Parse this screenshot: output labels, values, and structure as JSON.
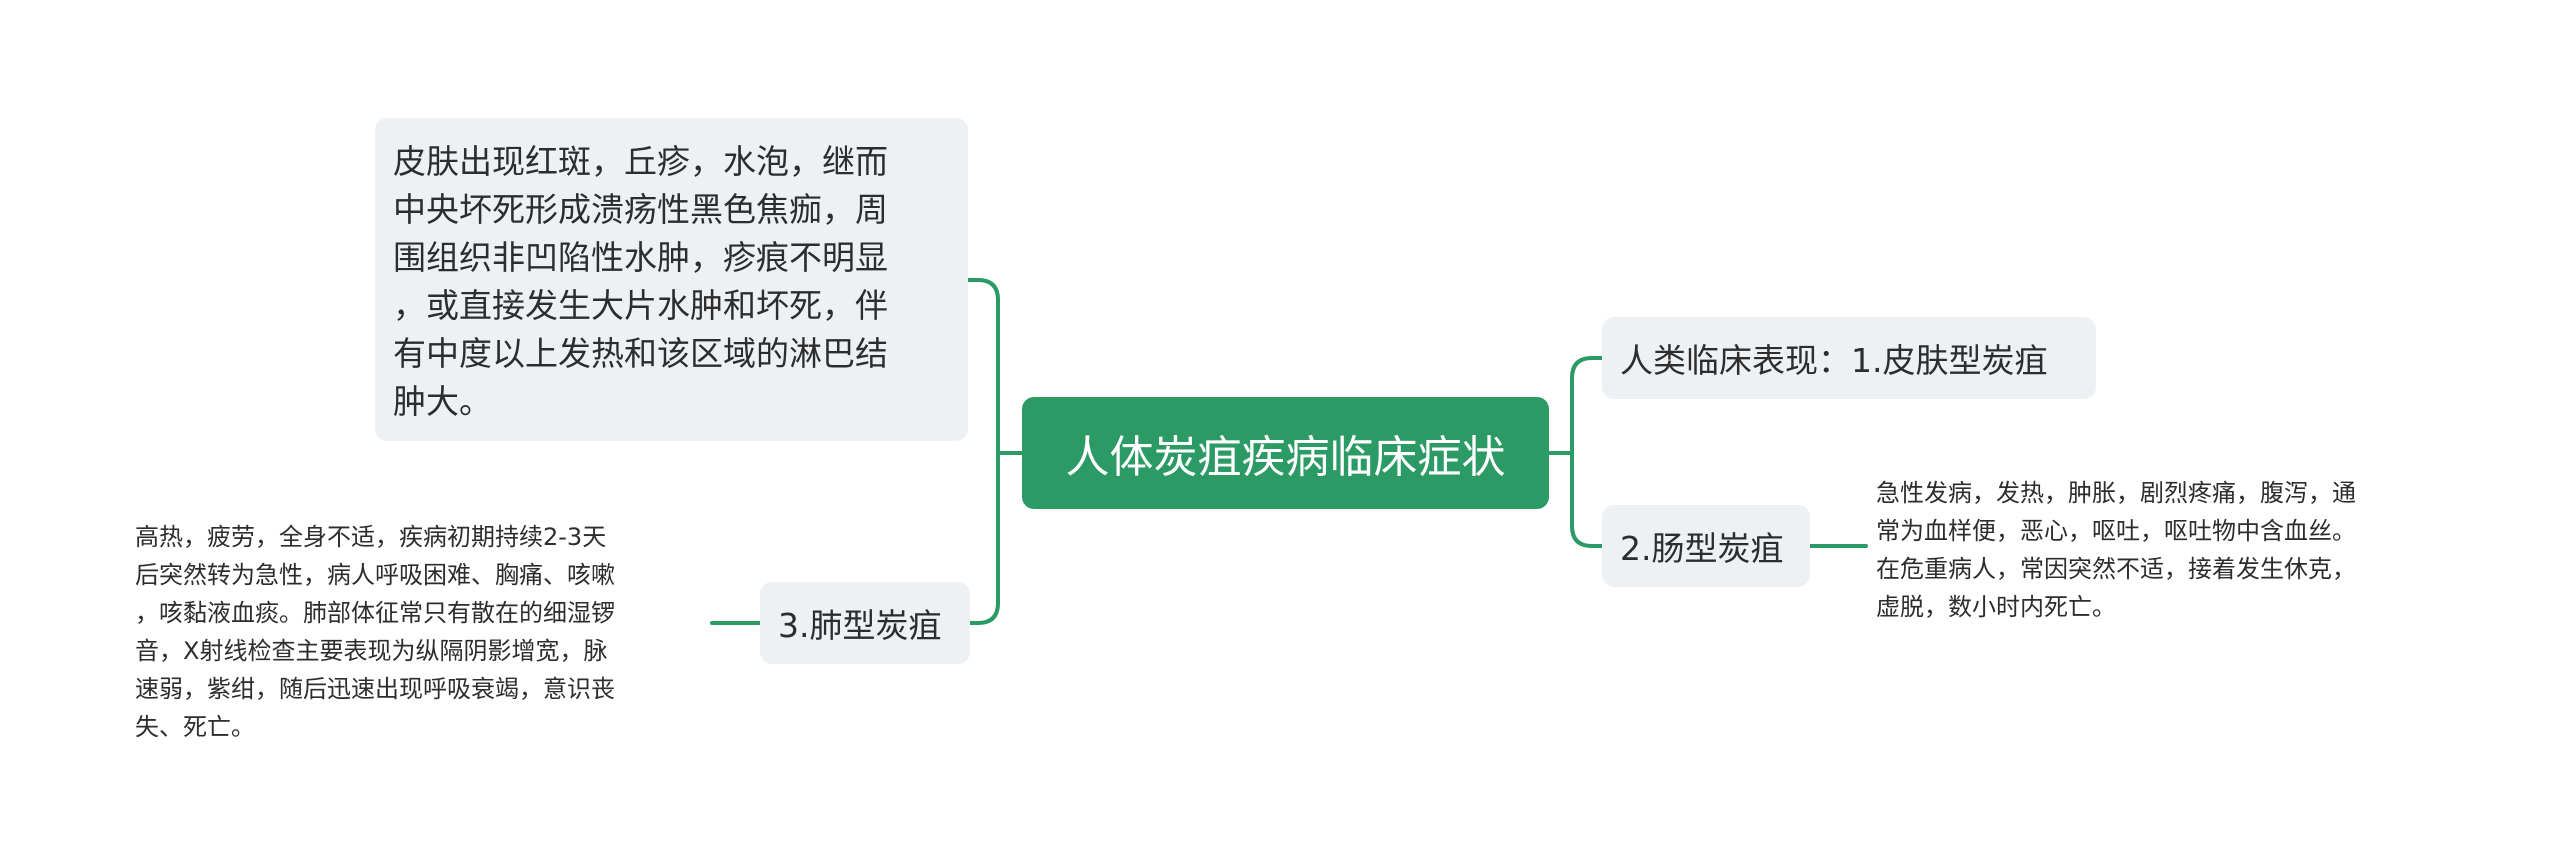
{
  "colors": {
    "root_fill": "#2b9a64",
    "branch_fill": "#eef1f4",
    "connector": "#2b9a64",
    "text": "#2d2d2d"
  },
  "root": {
    "label": "人体炭疽疾病临床症状"
  },
  "branches": {
    "skin": {
      "label": "人类临床表现：1.皮肤型炭疽",
      "detail_lines": [
        "皮肤出现红斑，丘疹，水泡，继而",
        "中央坏死形成溃疡性黑色焦痂，周",
        "围组织非凹陷性水肿，疹痕不明显",
        "，或直接发生大片水肿和坏死，伴",
        "有中度以上发热和该区域的淋巴结",
        "肿大。"
      ]
    },
    "gut": {
      "label": "2.肠型炭疽",
      "detail_lines": [
        "急性发病，发热，肿胀，剧烈疼痛，腹泻，通",
        "常为血样便，恶心，呕吐，呕吐物中含血丝。",
        "在危重病人，常因突然不适，接着发生休克，",
        "虚脱，数小时内死亡。"
      ]
    },
    "lung": {
      "label": "3.肺型炭疽",
      "detail_lines": [
        "高热，疲劳，全身不适，疾病初期持续2-3天",
        "后突然转为急性，病人呼吸困难、胸痛、咳嗽",
        "，咳黏液血痰。肺部体征常只有散在的细湿锣",
        "音，X射线检查主要表现为纵隔阴影增宽，脉",
        "速弱，紫绀，随后迅速出现呼吸衰竭，意识丧",
        "失、死亡。"
      ]
    }
  }
}
